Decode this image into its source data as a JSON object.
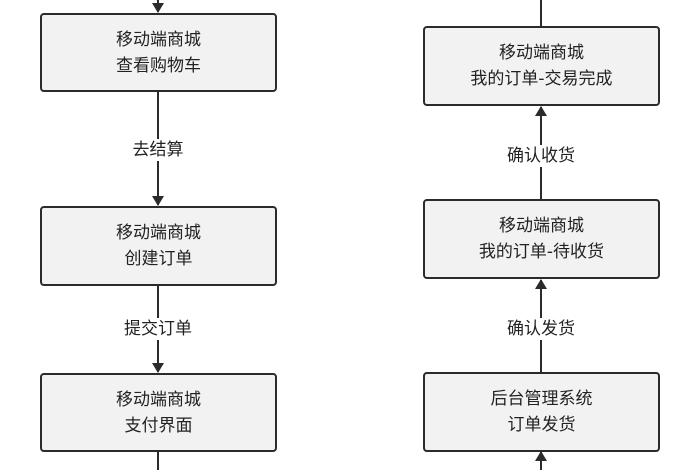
{
  "nodes": {
    "cart": {
      "line1": "移动端商城",
      "line2": "查看购物车"
    },
    "create": {
      "line1": "移动端商城",
      "line2": "创建订单"
    },
    "pay": {
      "line1": "移动端商城",
      "line2": "支付界面"
    },
    "ship": {
      "line1": "后台管理系统",
      "line2": "订单发货"
    },
    "receiving": {
      "line1": "移动端商城",
      "line2": "我的订单-待收货"
    },
    "complete": {
      "line1": "移动端商城",
      "line2": "我的订单-交易完成"
    }
  },
  "edges": {
    "checkout": "去结算",
    "submit": "提交订单",
    "confirm_ship": "确认发货",
    "confirm_receive": "确认收货"
  },
  "colors": {
    "node_fill": "#f2f2f2",
    "node_border": "#2b2b2b",
    "arrow": "#2b2b2b",
    "background": "#ffffff"
  }
}
